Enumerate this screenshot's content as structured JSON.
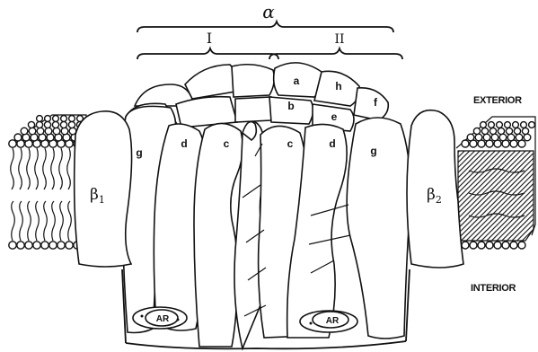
{
  "title": "",
  "labels": {
    "alpha": "α",
    "alpha_half_left": "I",
    "alpha_half_right": "II",
    "beta_left": "β",
    "beta_left_sub": "1",
    "beta_right": "β",
    "beta_right_sub": "2",
    "exterior": "EXTERIOR",
    "interior": "INTERIOR",
    "ar_left": "AR",
    "ar_right": "AR",
    "sub_a": "a",
    "sub_b": "b",
    "sub_c_left": "c",
    "sub_c_right": "c",
    "sub_d_left": "d",
    "sub_d_right": "d",
    "sub_e": "e",
    "sub_f": "f",
    "sub_g_left": "g",
    "sub_g_right": "g",
    "sub_h": "h"
  },
  "colors": {
    "ink": "#111111",
    "background": "#ffffff"
  }
}
